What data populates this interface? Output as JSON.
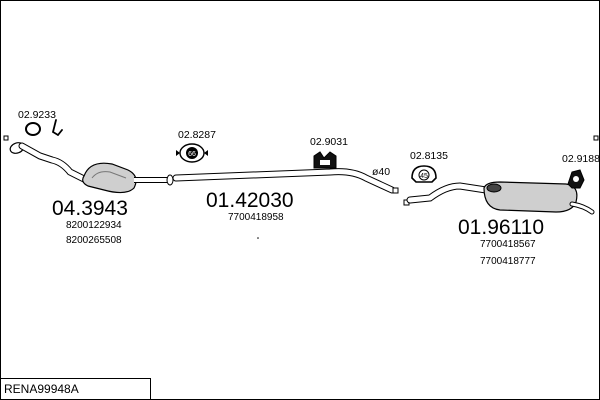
{
  "reference": "RENA99948A",
  "parts": {
    "catalytic_converter": {
      "code": "04.3943",
      "oem": [
        "8200122934",
        "8200265508"
      ]
    },
    "middle_pipe": {
      "code": "01.42030",
      "oem": [
        "7700418958"
      ]
    },
    "rear_silencer": {
      "code": "01.96110",
      "oem": [
        "7700418567",
        "7700418777"
      ]
    }
  },
  "fittings": {
    "front_clamp": {
      "code": "02.9233"
    },
    "middle_clamp": {
      "code": "02.8287",
      "badge": "66"
    },
    "rubber_mount_1": {
      "code": "02.9031"
    },
    "rubber_ring": {
      "code": "02.8135",
      "badge": "45"
    },
    "rubber_mount_2": {
      "code": "02.9188"
    }
  },
  "pipe_diameter": "ø40",
  "icons": [
    "clamp-icon",
    "gasket-icon",
    "rubber-mount-icon",
    "rubber-ring-icon",
    "hanger-icon"
  ]
}
